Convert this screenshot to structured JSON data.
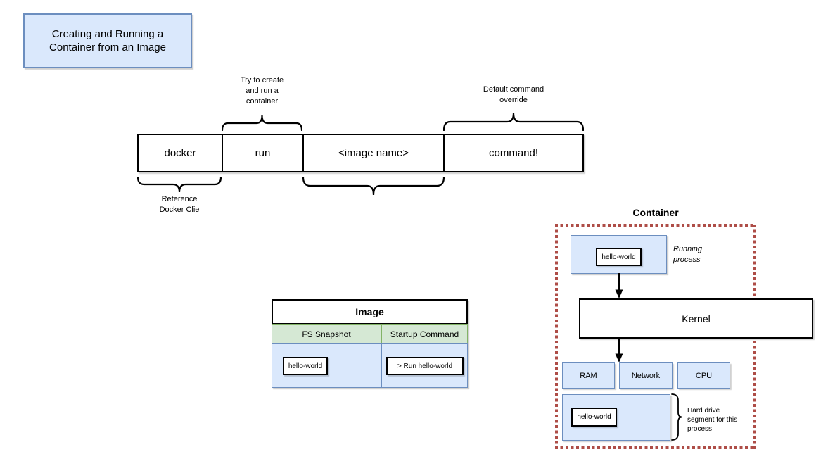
{
  "title_box": {
    "text": "Creating and Running a\nContainer from an Image"
  },
  "command_row": {
    "tokens": [
      {
        "label": "docker"
      },
      {
        "label": "run"
      },
      {
        "label": "<image name>"
      },
      {
        "label": "command!"
      }
    ]
  },
  "annotations": {
    "run_note": "Try to create\nand run a\ncontainer",
    "command_note": "Default command\noverride",
    "docker_note": "Reference\nDocker Clie"
  },
  "image_table": {
    "title": "Image",
    "columns": [
      {
        "header": "FS Snapshot",
        "value": "hello-world"
      },
      {
        "header": "Startup Command",
        "value": "> Run hello-world"
      }
    ]
  },
  "container": {
    "title": "Container",
    "running_process_box": "hello-world",
    "running_process_note": "Running\nprocess",
    "kernel": "Kernel",
    "resources": [
      "RAM",
      "Network",
      "CPU"
    ],
    "hard_drive_box": "hello-world",
    "hard_drive_note": "Hard drive\nsegment for this\nprocess"
  },
  "colors": {
    "blue_fill": "#dae8fc",
    "blue_border": "#6c8ebf",
    "green_fill": "#d5e8d4",
    "green_border": "#82b366",
    "container_dotted_red": "#ae4d47",
    "shape_border": "#000000",
    "background": "#ffffff"
  }
}
